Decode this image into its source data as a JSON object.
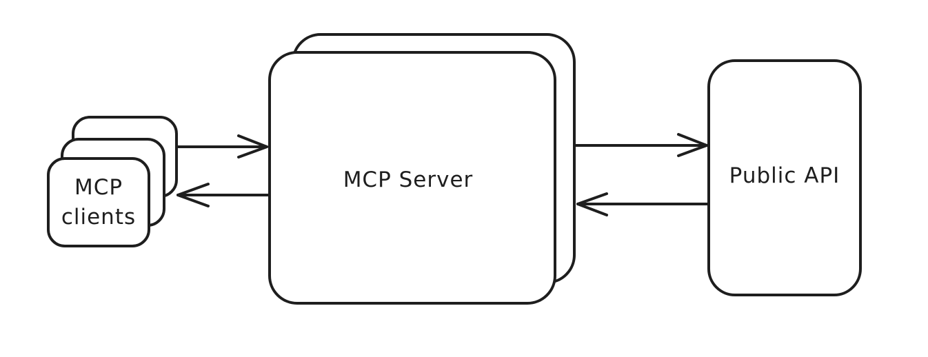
{
  "diagram": {
    "nodes": {
      "clients": {
        "label_line1": "MCP",
        "label_line2": "clients"
      },
      "server": {
        "label": "MCP Server"
      },
      "api": {
        "label": "Public API"
      }
    },
    "edges": [
      {
        "from": "MCP clients",
        "to": "MCP Server"
      },
      {
        "from": "MCP Server",
        "to": "MCP clients"
      },
      {
        "from": "MCP Server",
        "to": "Public API"
      },
      {
        "from": "Public API",
        "to": "MCP Server"
      }
    ]
  }
}
